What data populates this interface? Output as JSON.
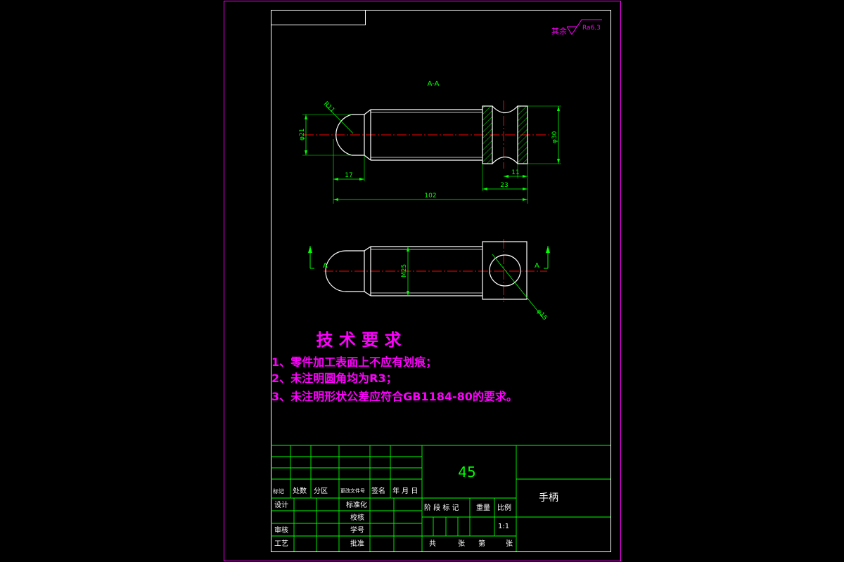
{
  "colors": {
    "background": "#000000",
    "frame": "#ff00ff",
    "border": "#ffffff",
    "part_outline": "#ffffff",
    "dimension": "#00ff00",
    "centerline": "#ff0000",
    "hatch": "#00ff00",
    "annotation": "#ff00ff",
    "titleblock_lines": "#00ff00",
    "titleblock_text": "#ffffff"
  },
  "roughness": {
    "prefix": "其余",
    "value": "Ra6.3"
  },
  "section_label": "A-A",
  "dimensions": {
    "radius": "R11",
    "dia_left": "φ21",
    "dia_right": "φ30",
    "len_17": "17",
    "len_11": "11",
    "len_23": "23",
    "len_102": "102",
    "thread": "M25",
    "dia_hole": "φ15",
    "cut_left": "A",
    "cut_right": "A"
  },
  "tech_requirements": {
    "title": "技 术 要 求",
    "items": [
      "1、零件加工表面上不应有划痕；",
      "2、未注明圆角均为R3；",
      "3、未注明形状公差应符合GB1184-80的要求。"
    ]
  },
  "title_block": {
    "material": "45",
    "part_name": "手柄",
    "rev_headers": [
      "标记",
      "处数",
      "分区",
      "更改文件号",
      "签名",
      "年 月 日"
    ],
    "row_design": "设计",
    "row_standard": "标准化",
    "row_check": "审核",
    "row_process": "工艺",
    "row_stage": "阶 段 标 记",
    "row_weight": "重量",
    "row_scale": "比例",
    "scale_value": "1:1",
    "row_review": "校核",
    "row_approve": "学号",
    "row_ratify": "批准",
    "sheet_total": "共",
    "sheet_zhang1": "张",
    "sheet_di": "第",
    "sheet_zhang2": "张"
  }
}
